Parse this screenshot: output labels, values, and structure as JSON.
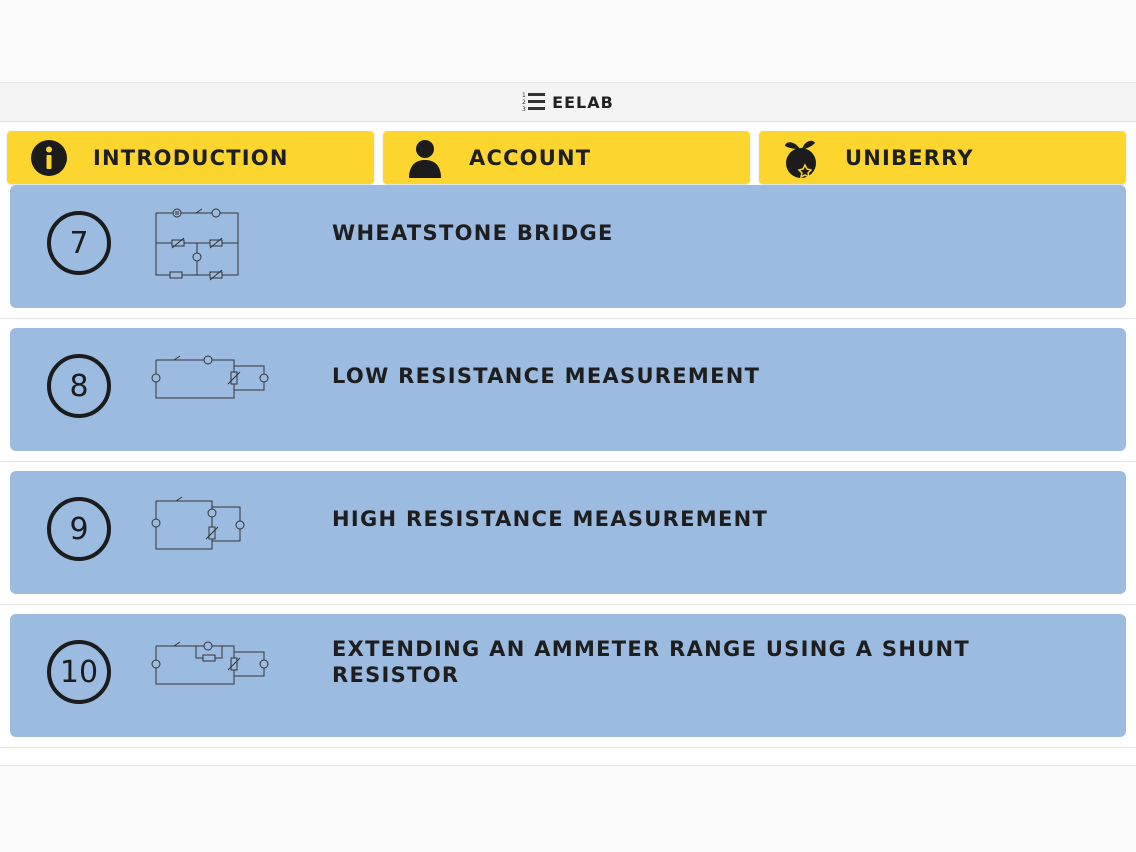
{
  "app": {
    "name": "EELAB",
    "logo_icon": "numbered-list-icon"
  },
  "tabs": [
    {
      "label": "INTRODUCTION",
      "icon": "info-icon"
    },
    {
      "label": "ACCOUNT",
      "icon": "user-icon"
    },
    {
      "label": "UNIBERRY",
      "icon": "berry-icon"
    }
  ],
  "experiments": [
    {
      "number": "7",
      "title": "WHEATSTONE BRIDGE",
      "icon": "wheatstone-circuit-icon"
    },
    {
      "number": "8",
      "title": "LOW RESISTANCE MEASUREMENT",
      "icon": "low-resistance-circuit-icon"
    },
    {
      "number": "9",
      "title": "HIGH RESISTANCE MEASUREMENT",
      "icon": "high-resistance-circuit-icon"
    },
    {
      "number": "10",
      "title": "EXTENDING AN AMMETER RANGE USING A SHUNT RESISTOR",
      "icon": "shunt-circuit-icon"
    }
  ],
  "colors": {
    "tab_bg": "#fcd62f",
    "card_bg": "#9cbbe0",
    "text": "#1e1e1e"
  }
}
